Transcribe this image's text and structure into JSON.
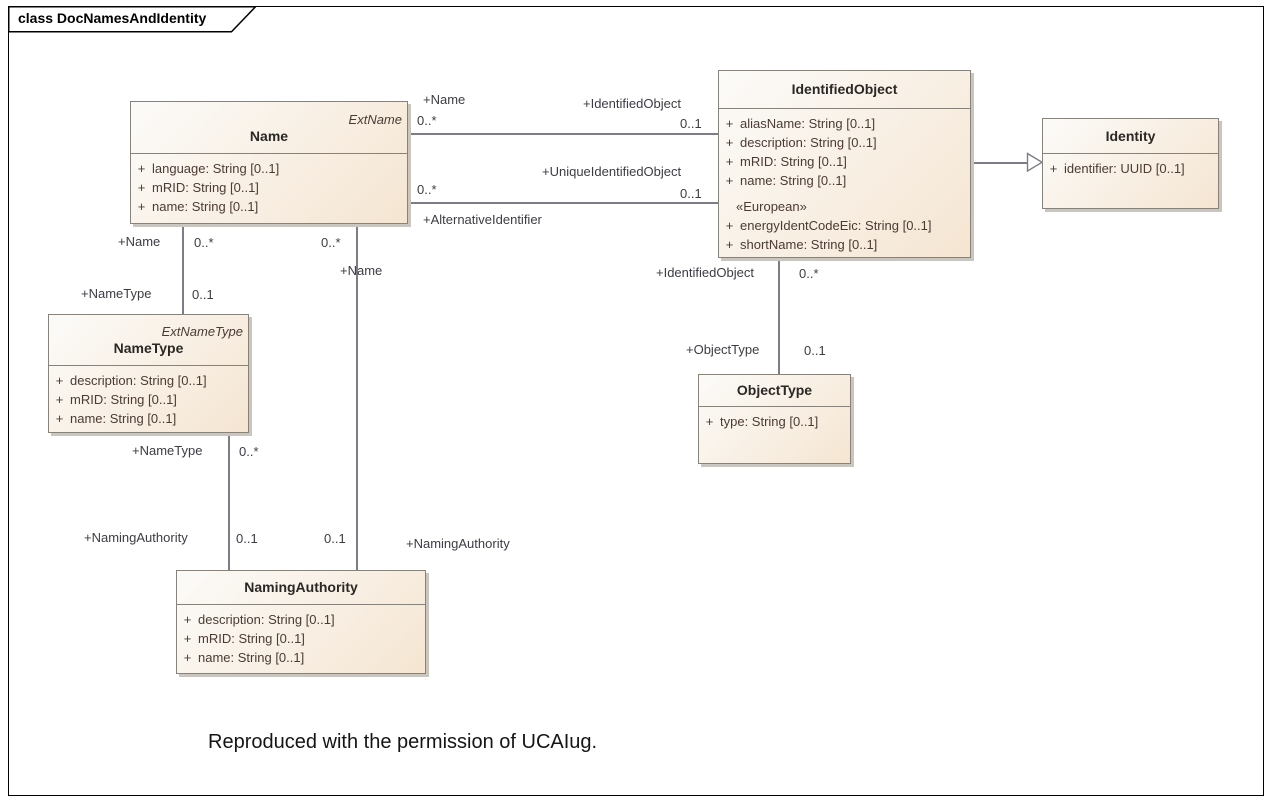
{
  "frame": {
    "title": "class DocNamesAndIdentity"
  },
  "caption": "Reproduced with the permission of UCAIug.",
  "colors": {
    "box_fill_light": "#FCFBF9",
    "box_fill_dark": "#F5E5D2",
    "box_border": "#87827A",
    "box_shadow": "#C9C6C1",
    "attribute_text": "#4A3B33",
    "title_text": "#2A2724",
    "connector_line": "#7D7D87",
    "connector_label_text": "#3C3C44",
    "frame_border": "#000000"
  },
  "classes": [
    {
      "id": "name",
      "stereotype": "ExtName",
      "title": "Name",
      "body": [
        {
          "t": "attr",
          "vis": "+",
          "text": "language: String [0..1]"
        },
        {
          "t": "attr",
          "vis": "+",
          "text": "mRID: String [0..1]"
        },
        {
          "t": "attr",
          "vis": "+",
          "text": "name: String [0..1]"
        }
      ]
    },
    {
      "id": "identified-object",
      "stereotype": "",
      "title": "IdentifiedObject",
      "body": [
        {
          "t": "attr",
          "vis": "+",
          "text": "aliasName: String [0..1]"
        },
        {
          "t": "attr",
          "vis": "+",
          "text": "description: String [0..1]"
        },
        {
          "t": "attr",
          "vis": "+",
          "text": "mRID: String [0..1]"
        },
        {
          "t": "attr",
          "vis": "+",
          "text": "name: String [0..1]"
        },
        {
          "t": "stereo",
          "text": "«European»"
        },
        {
          "t": "attr",
          "vis": "+",
          "text": "energyIdentCodeEic: String [0..1]"
        },
        {
          "t": "attr",
          "vis": "+",
          "text": "shortName: String [0..1]"
        }
      ]
    },
    {
      "id": "identity",
      "stereotype": "",
      "title": "Identity",
      "body": [
        {
          "t": "attr",
          "vis": "+",
          "text": "identifier: UUID [0..1]"
        }
      ]
    },
    {
      "id": "name-type",
      "stereotype": "ExtNameType",
      "title": "NameType",
      "body": [
        {
          "t": "attr",
          "vis": "+",
          "text": "description: String [0..1]"
        },
        {
          "t": "attr",
          "vis": "+",
          "text": "mRID: String [0..1]"
        },
        {
          "t": "attr",
          "vis": "+",
          "text": "name: String [0..1]"
        }
      ]
    },
    {
      "id": "object-type",
      "stereotype": "",
      "title": "ObjectType",
      "body": [
        {
          "t": "attr",
          "vis": "+",
          "text": "type: String [0..1]"
        }
      ]
    },
    {
      "id": "naming-authority",
      "stereotype": "",
      "title": "NamingAuthority",
      "body": [
        {
          "t": "attr",
          "vis": "+",
          "text": "description: String [0..1]"
        },
        {
          "t": "attr",
          "vis": "+",
          "text": "mRID: String [0..1]"
        },
        {
          "t": "attr",
          "vis": "+",
          "text": "name: String [0..1]"
        }
      ]
    }
  ],
  "connector_labels": [
    {
      "id": "n1-role-name",
      "text": "+Name"
    },
    {
      "id": "n1-mult-name",
      "text": "0..*"
    },
    {
      "id": "n1-role-io",
      "text": "+IdentifiedObject"
    },
    {
      "id": "n1-mult-io",
      "text": "0..1"
    },
    {
      "id": "n2-role-io",
      "text": "+UniqueIdentifiedObject"
    },
    {
      "id": "n2-mult-name",
      "text": "0..*"
    },
    {
      "id": "n2-mult-io",
      "text": "0..1"
    },
    {
      "id": "n2-role-name",
      "text": "+AlternativeIdentifier"
    },
    {
      "id": "a-role-top",
      "text": "+Name"
    },
    {
      "id": "a-mult-top",
      "text": "0..*"
    },
    {
      "id": "a-role-bot",
      "text": "+NameType"
    },
    {
      "id": "a-mult-bot",
      "text": "0..1"
    },
    {
      "id": "b-mult-top",
      "text": "0..*"
    },
    {
      "id": "b-role-top",
      "text": "+Name"
    },
    {
      "id": "b-mult-bot",
      "text": "0..1"
    },
    {
      "id": "b-role-bot",
      "text": "+NamingAuthority"
    },
    {
      "id": "c-role-top",
      "text": "+NameType"
    },
    {
      "id": "c-mult-top",
      "text": "0..*"
    },
    {
      "id": "c-role-bot",
      "text": "+NamingAuthority"
    },
    {
      "id": "c-mult-bot",
      "text": "0..1"
    },
    {
      "id": "d-role-top",
      "text": "+IdentifiedObject"
    },
    {
      "id": "d-mult-top",
      "text": "0..*"
    },
    {
      "id": "d-role-bot",
      "text": "+ObjectType"
    },
    {
      "id": "d-mult-bot",
      "text": "0..1"
    }
  ]
}
